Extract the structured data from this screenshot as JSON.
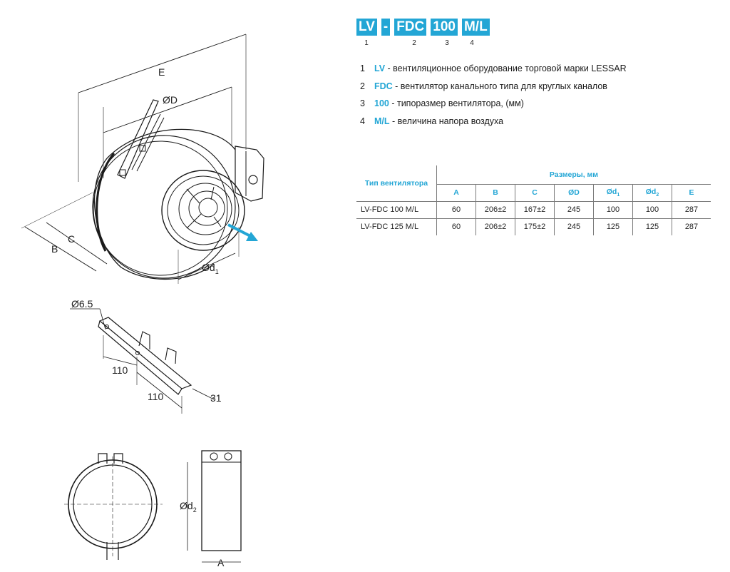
{
  "code": {
    "boxes": [
      "LV",
      "-",
      "FDC",
      "100",
      "M/L"
    ],
    "numbers": [
      "1",
      "2",
      "3",
      "4"
    ]
  },
  "legend": [
    {
      "num": "1",
      "code": "LV",
      "text": " - вентиляционное оборудование торговой марки LESSAR"
    },
    {
      "num": "2",
      "code": "FDC",
      "text": " - вентилятор канального типа для круглых каналов"
    },
    {
      "num": "3",
      "code": "100",
      "text": " - типоразмер вентилятора, (мм)"
    },
    {
      "num": "4",
      "code": "M/L",
      "text": " - величина напора воздуха"
    }
  ],
  "table": {
    "type_header": "Тип вентилятора",
    "group_header": "Размеры, мм",
    "columns": [
      "A",
      "B",
      "C",
      "ØD",
      "Ød",
      "Ød",
      "E"
    ],
    "column_subscripts": [
      "",
      "",
      "",
      "",
      "1",
      "2",
      ""
    ],
    "rows": [
      [
        "LV-FDC 100 M/L",
        "60",
        "206±2",
        "167±2",
        "245",
        "100",
        "100",
        "287"
      ],
      [
        "LV-FDC 125 M/L",
        "60",
        "206±2",
        "175±2",
        "245",
        "125",
        "125",
        "287"
      ]
    ]
  },
  "drawing_labels": {
    "e": "E",
    "d": "ØD",
    "b": "B",
    "c": "C",
    "d1": "Ød",
    "d1_sub": "1",
    "hole": "Ø6.5",
    "span1": "110",
    "span2": "110",
    "width": "31",
    "d2": "Ød",
    "d2_sub": "2",
    "a": "A"
  },
  "colors": {
    "accent": "#23a6d5",
    "text": "#1a1a1a"
  },
  "icons": [
    "airflow-arrow-icon"
  ]
}
